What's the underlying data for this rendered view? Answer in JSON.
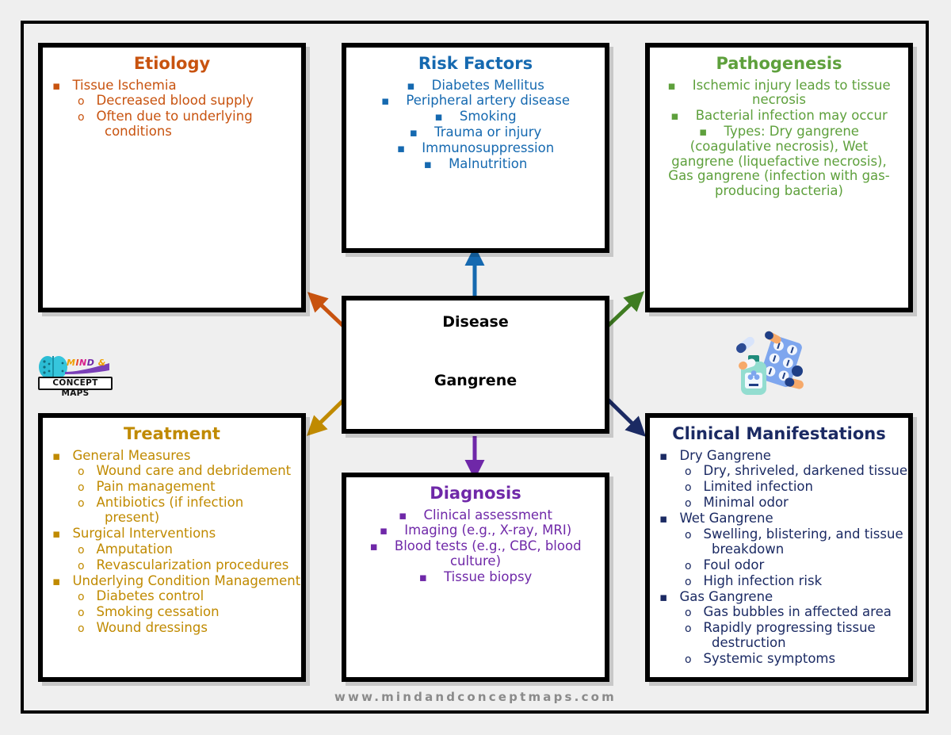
{
  "page": {
    "background_color": "#efefef",
    "footer_url": "www.mindandconceptmaps.com"
  },
  "logo": {
    "name": "mind-and-concept-maps-logo",
    "wordmark": "MIND &",
    "boxed_text": "CONCEPT MAPS"
  },
  "center": {
    "label": "Disease",
    "name": "Gangrene",
    "color": "#000000"
  },
  "boxes": [
    {
      "id": "etiology",
      "title": "Etiology",
      "color": "#c8530f",
      "style": "indented",
      "items": [
        {
          "level": 1,
          "text": "Tissue Ischemia"
        },
        {
          "level": 2,
          "text": "Decreased blood supply"
        },
        {
          "level": 2,
          "text": "Often due to underlying conditions"
        }
      ]
    },
    {
      "id": "risk-factors",
      "title": "Risk Factors",
      "color": "#1569b0",
      "style": "centered",
      "items": [
        {
          "level": 1,
          "text": "Diabetes Mellitus"
        },
        {
          "level": 1,
          "text": "Peripheral artery disease"
        },
        {
          "level": 1,
          "text": "Smoking"
        },
        {
          "level": 1,
          "text": "Trauma or injury"
        },
        {
          "level": 1,
          "text": "Immunosuppression"
        },
        {
          "level": 1,
          "text": "Malnutrition"
        }
      ]
    },
    {
      "id": "pathogenesis",
      "title": "Pathogenesis",
      "color": "#5ea03c",
      "style": "centered",
      "items": [
        {
          "level": 1,
          "text": "Ischemic injury leads to tissue necrosis"
        },
        {
          "level": 1,
          "text": "Bacterial infection may occur"
        },
        {
          "level": 1,
          "text": "Types: Dry gangrene (coagulative necrosis), Wet gangrene (liquefactive necrosis), Gas gangrene (infection with gas-producing bacteria)"
        }
      ]
    },
    {
      "id": "treatment",
      "title": "Treatment",
      "color": "#c08a00",
      "style": "indented",
      "items": [
        {
          "level": 1,
          "text": "General Measures"
        },
        {
          "level": 2,
          "text": "Wound care and debridement"
        },
        {
          "level": 2,
          "text": "Pain management"
        },
        {
          "level": 2,
          "text": "Antibiotics (if infection present)"
        },
        {
          "level": 1,
          "text": "Surgical Interventions"
        },
        {
          "level": 2,
          "text": "Amputation"
        },
        {
          "level": 2,
          "text": "Revascularization procedures"
        },
        {
          "level": 1,
          "text": "Underlying Condition Management"
        },
        {
          "level": 2,
          "text": "Diabetes control"
        },
        {
          "level": 2,
          "text": "Smoking cessation"
        },
        {
          "level": 2,
          "text": "Wound dressings"
        }
      ]
    },
    {
      "id": "diagnosis",
      "title": "Diagnosis",
      "color": "#6f28a8",
      "style": "centered",
      "items": [
        {
          "level": 1,
          "text": "Clinical assessment"
        },
        {
          "level": 1,
          "text": "Imaging (e.g., X-ray, MRI)"
        },
        {
          "level": 1,
          "text": "Blood tests (e.g., CBC, blood culture)"
        },
        {
          "level": 1,
          "text": "Tissue biopsy"
        }
      ]
    },
    {
      "id": "clinical-manifestations",
      "title": "Clinical Manifestations",
      "color": "#1b2a63",
      "style": "indented",
      "items": [
        {
          "level": 1,
          "text": "Dry Gangrene"
        },
        {
          "level": 2,
          "text": "Dry, shriveled, darkened tissue"
        },
        {
          "level": 2,
          "text": "Limited infection"
        },
        {
          "level": 2,
          "text": "Minimal odor"
        },
        {
          "level": 1,
          "text": "Wet Gangrene"
        },
        {
          "level": 2,
          "text": "Swelling, blistering, and tissue breakdown"
        },
        {
          "level": 2,
          "text": "Foul odor"
        },
        {
          "level": 2,
          "text": "High infection risk"
        },
        {
          "level": 1,
          "text": "Gas Gangrene"
        },
        {
          "level": 2,
          "text": "Gas bubbles in affected area"
        },
        {
          "level": 2,
          "text": "Rapidly progressing tissue destruction"
        },
        {
          "level": 2,
          "text": "Systemic symptoms"
        }
      ]
    }
  ],
  "arrows": [
    {
      "name": "arrow-to-etiology",
      "color": "#c8530f",
      "direction": "up-left"
    },
    {
      "name": "arrow-to-risk-factors",
      "color": "#1569b0",
      "direction": "up"
    },
    {
      "name": "arrow-to-pathogenesis",
      "color": "#3f7c22",
      "direction": "up-right"
    },
    {
      "name": "arrow-to-treatment",
      "color": "#c08a00",
      "direction": "down-left"
    },
    {
      "name": "arrow-to-diagnosis",
      "color": "#6f28a8",
      "direction": "down"
    },
    {
      "name": "arrow-to-clinical-manifestations",
      "color": "#1b2a63",
      "direction": "down-right"
    }
  ]
}
